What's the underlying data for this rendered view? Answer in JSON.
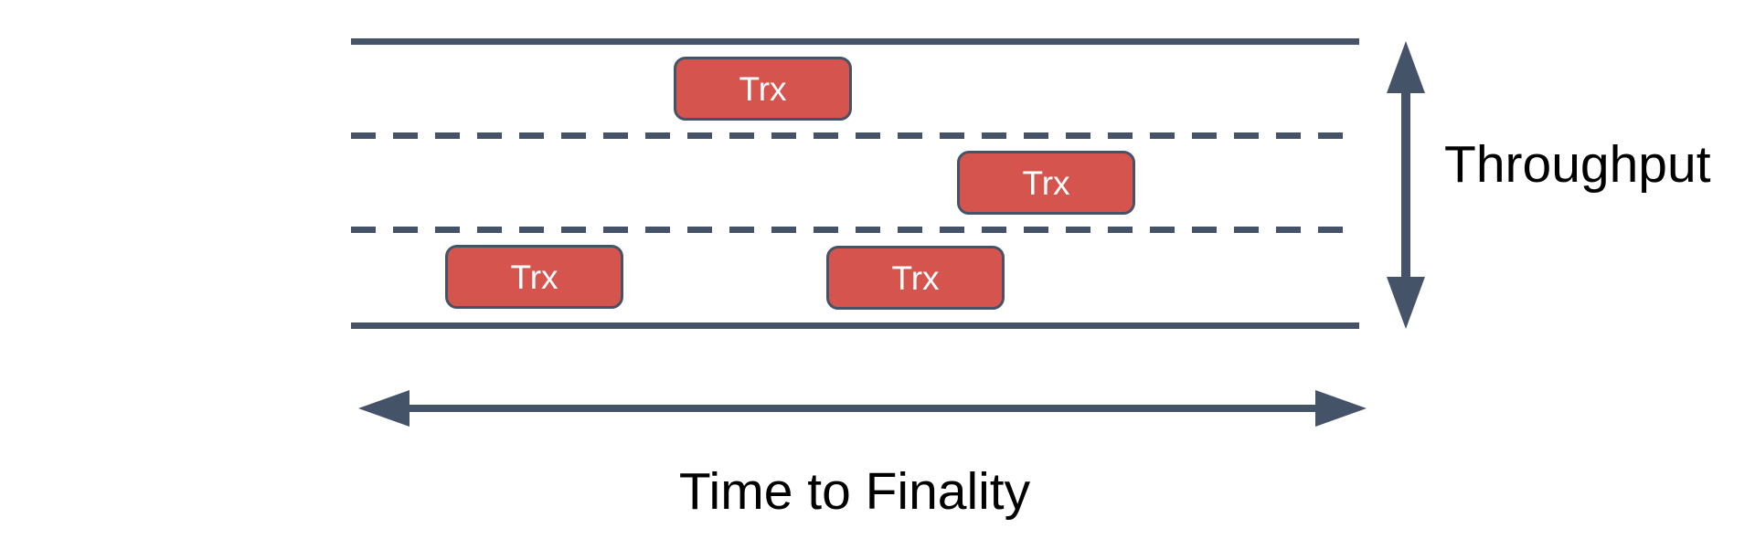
{
  "diagram": {
    "labels": {
      "throughput": "Throughput",
      "time_to_finality": "Time to Finality"
    },
    "lanes": {
      "count": 3,
      "boundary_lines": [
        "solid",
        "dashed",
        "dashed",
        "solid"
      ]
    },
    "boxes": [
      {
        "label": "Trx",
        "lane": "top"
      },
      {
        "label": "Trx",
        "lane": "middle"
      },
      {
        "label": "Trx",
        "lane": "bottom"
      },
      {
        "label": "Trx",
        "lane": "bottom"
      }
    ],
    "arrows": [
      {
        "name": "throughput-axis-arrow",
        "direction": "vertical",
        "heads": "double"
      },
      {
        "name": "time-to-finality-axis-arrow",
        "direction": "horizontal",
        "heads": "double"
      }
    ],
    "colors": {
      "line": "#455368",
      "box_fill": "#D5544E",
      "box_border": "#455368",
      "box_text": "#FFFFFF",
      "label_text": "#000000",
      "background": "#FFFFFF"
    }
  }
}
